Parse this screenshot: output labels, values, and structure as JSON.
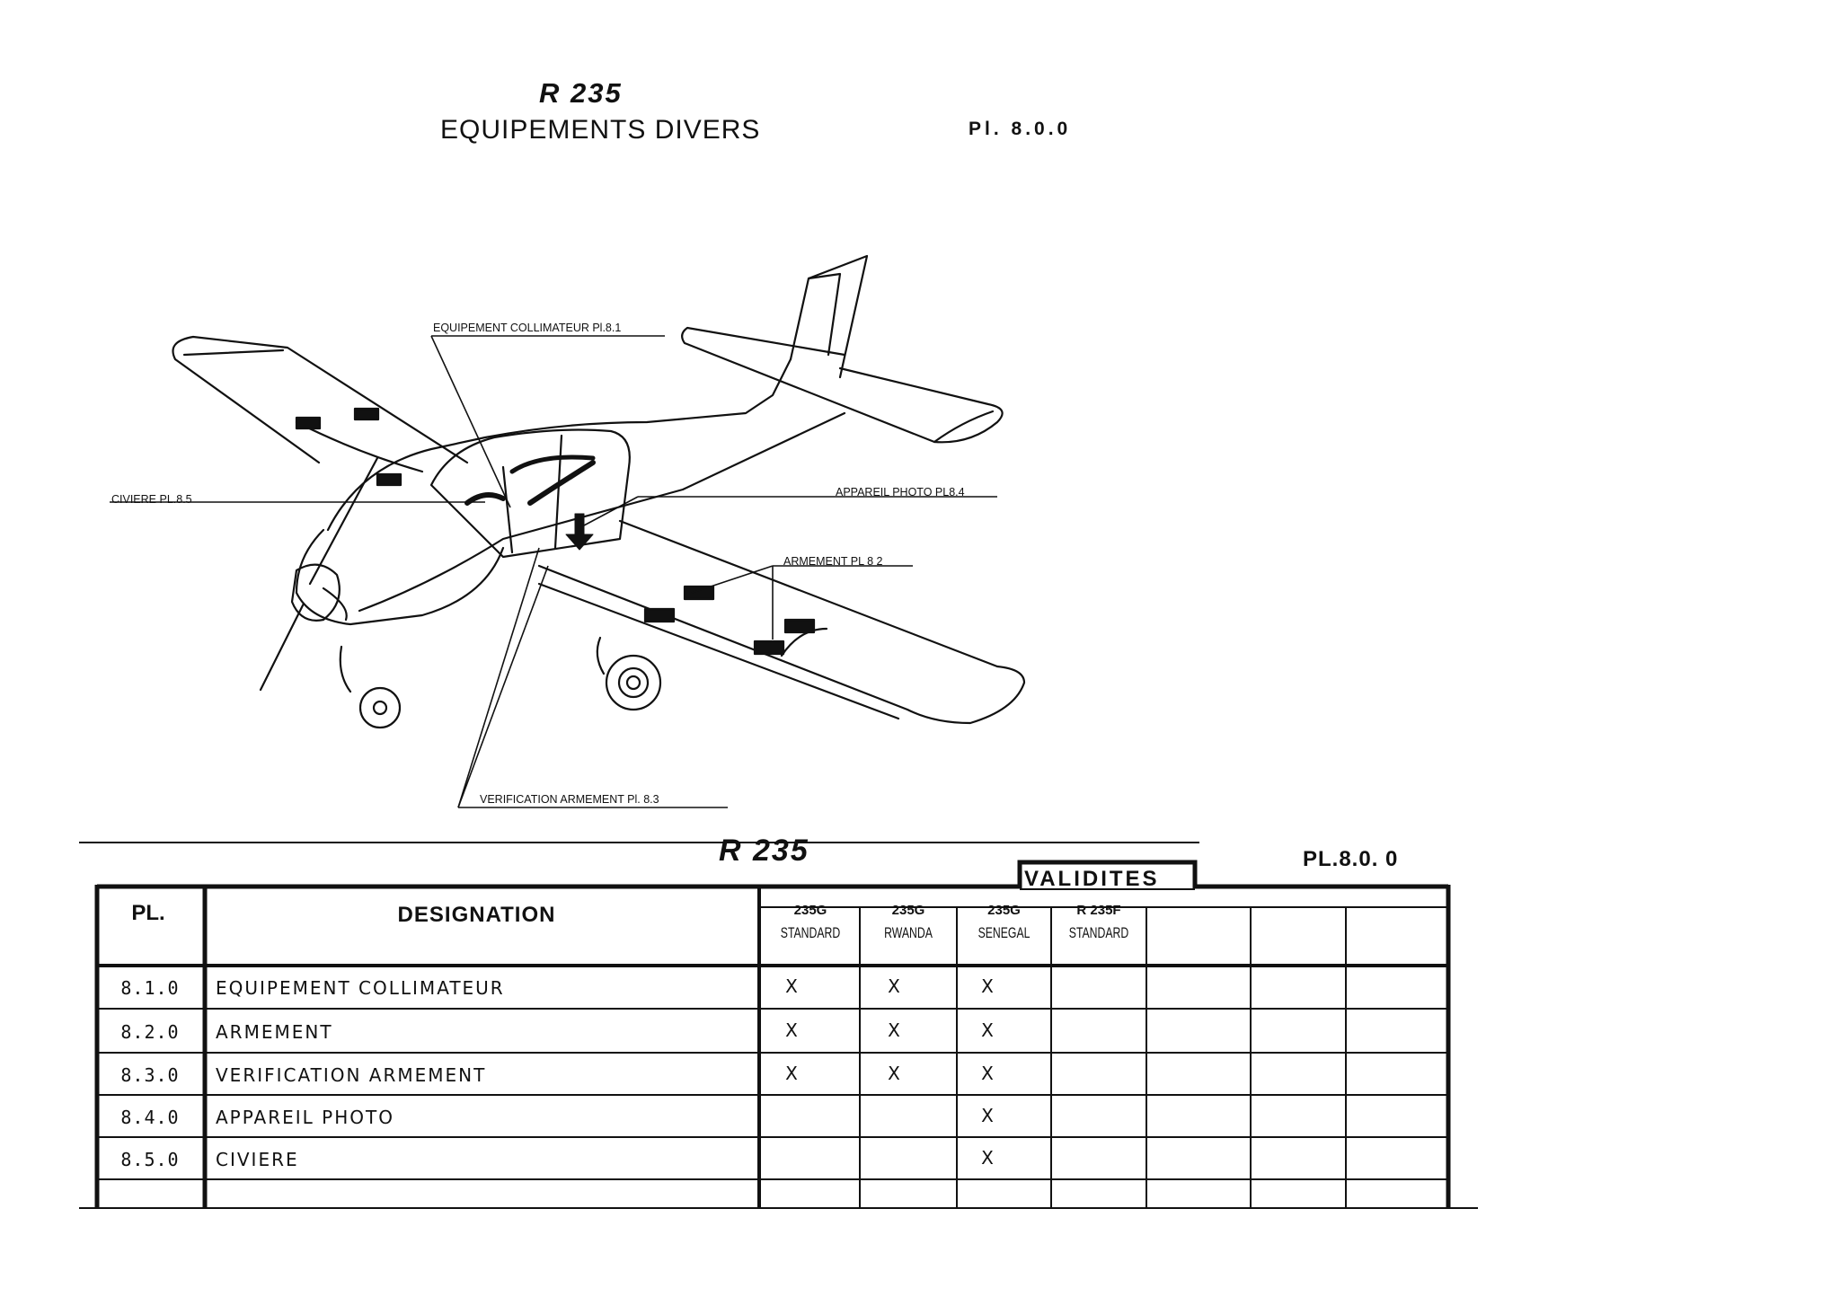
{
  "header": {
    "model": "R 235",
    "title": "EQUIPEMENTS DIVERS",
    "ref": "Pl. 8.0.0"
  },
  "diagram": {
    "callouts": {
      "collimateur": "EQUIPEMENT COLLIMATEUR Pl.8.1",
      "civiere": "CIVIERE PL.8.5",
      "photo": "APPAREIL PHOTO PL8.4",
      "armement": "ARMEMENT PL 8 2",
      "verification": "VERIFICATION ARMEMENT Pl. 8.3"
    }
  },
  "table": {
    "model": "R 235",
    "ref": "PL.8.0. 0",
    "validites_label": "VALIDITES",
    "col_pl": "PL.",
    "col_designation": "DESIGNATION",
    "variants": [
      {
        "code": "235G",
        "name": "STANDARD"
      },
      {
        "code": "235G",
        "name": "RWANDA"
      },
      {
        "code": "235G",
        "name": "SENEGAL"
      },
      {
        "code": "R 235F",
        "name": "STANDARD"
      }
    ],
    "rows": [
      {
        "pl": "8.1.0",
        "designation": "EQUIPEMENT COLLIMATEUR",
        "marks": [
          "X",
          "X",
          "X",
          ""
        ]
      },
      {
        "pl": "8.2.0",
        "designation": "ARMEMENT",
        "marks": [
          "X",
          "X",
          "X",
          ""
        ]
      },
      {
        "pl": "8.3.0",
        "designation": "VERIFICATION ARMEMENT",
        "marks": [
          "X",
          "X",
          "X",
          ""
        ]
      },
      {
        "pl": "8.4.0",
        "designation": "APPAREIL PHOTO",
        "marks": [
          "",
          "",
          "X",
          ""
        ]
      },
      {
        "pl": "8.5.0",
        "designation": "CIVIERE",
        "marks": [
          "",
          "",
          "X",
          ""
        ]
      }
    ]
  }
}
